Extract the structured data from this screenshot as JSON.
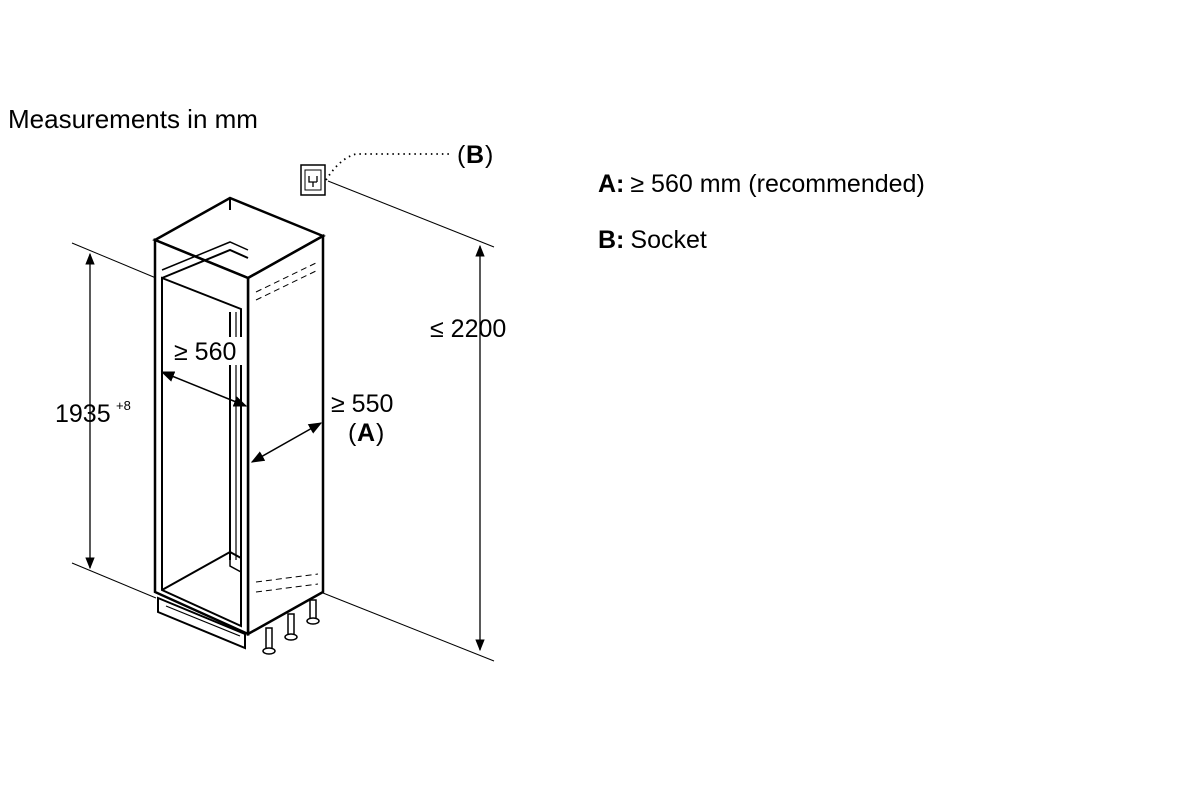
{
  "title": "Measurements in mm",
  "legend": {
    "a_key": "A:",
    "a_text": "≥ 560 mm (recommended)",
    "b_key": "B:",
    "b_text": "Socket"
  },
  "labels": {
    "socket_open": "(",
    "socket_letter": "B",
    "socket_close": ")",
    "max_height": "≤ 2200",
    "niche_height": "1935",
    "niche_height_tol": "+8",
    "niche_width": "≥ 560",
    "niche_depth": "≥ 550",
    "depth_open": "(",
    "depth_letter": "A",
    "depth_close": ")"
  }
}
